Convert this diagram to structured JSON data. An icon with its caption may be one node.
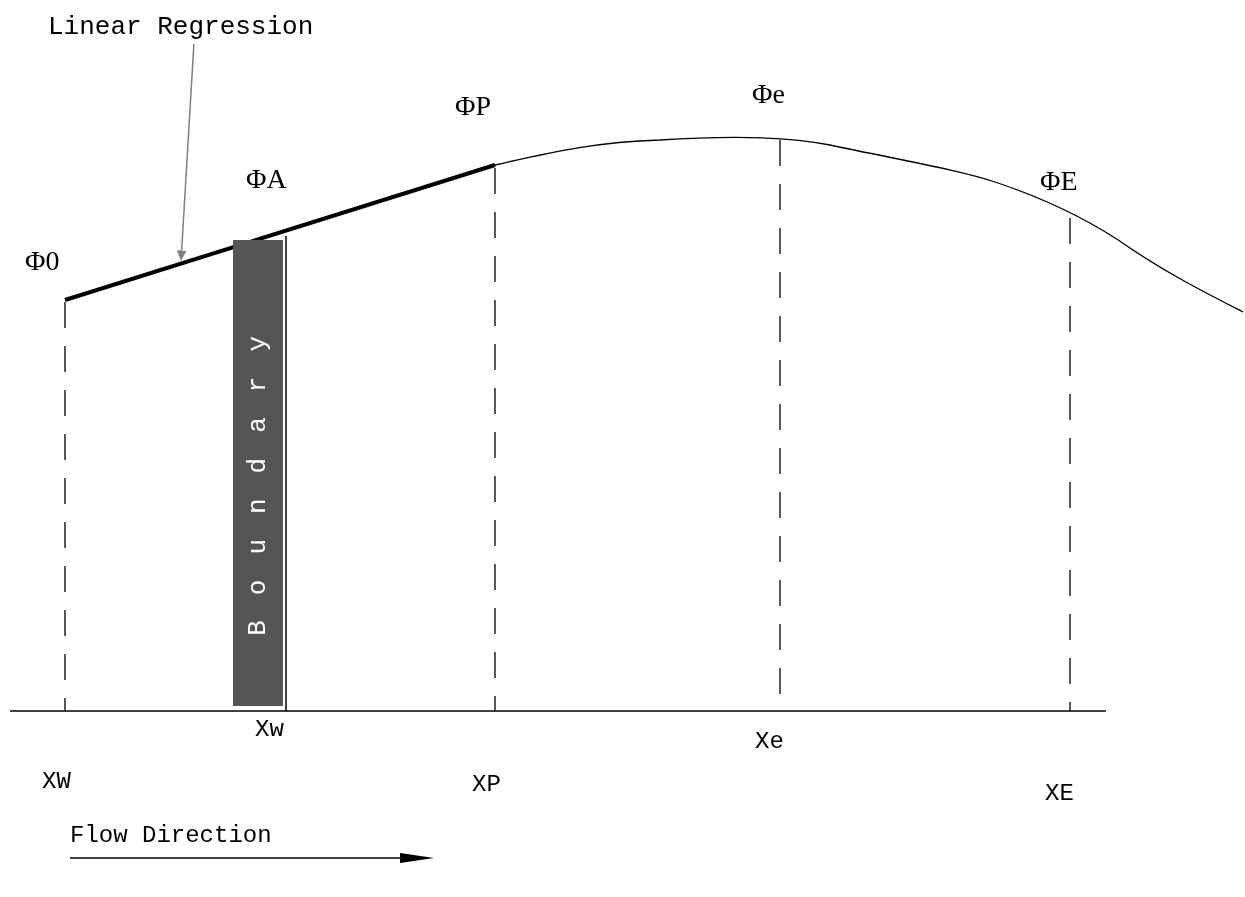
{
  "diagram": {
    "nodes": [
      {
        "text": [
          "Linear Regression"
        ]
      },
      {
        "text": [],
        "shape": "line"
      },
      {
        "text": [
          "Boundary"
        ]
      }
    ],
    "edges": [
      {
        "from": 0,
        "to": 1,
        "arrow": "to",
        "color": "#808080"
      }
    ],
    "labels": [
      "Φe",
      "ΦP",
      "ΦA",
      "ΦE",
      "Φ0",
      "Xw",
      "Xe",
      "XW",
      "XP",
      "XE",
      "Flow Direction"
    ]
  }
}
